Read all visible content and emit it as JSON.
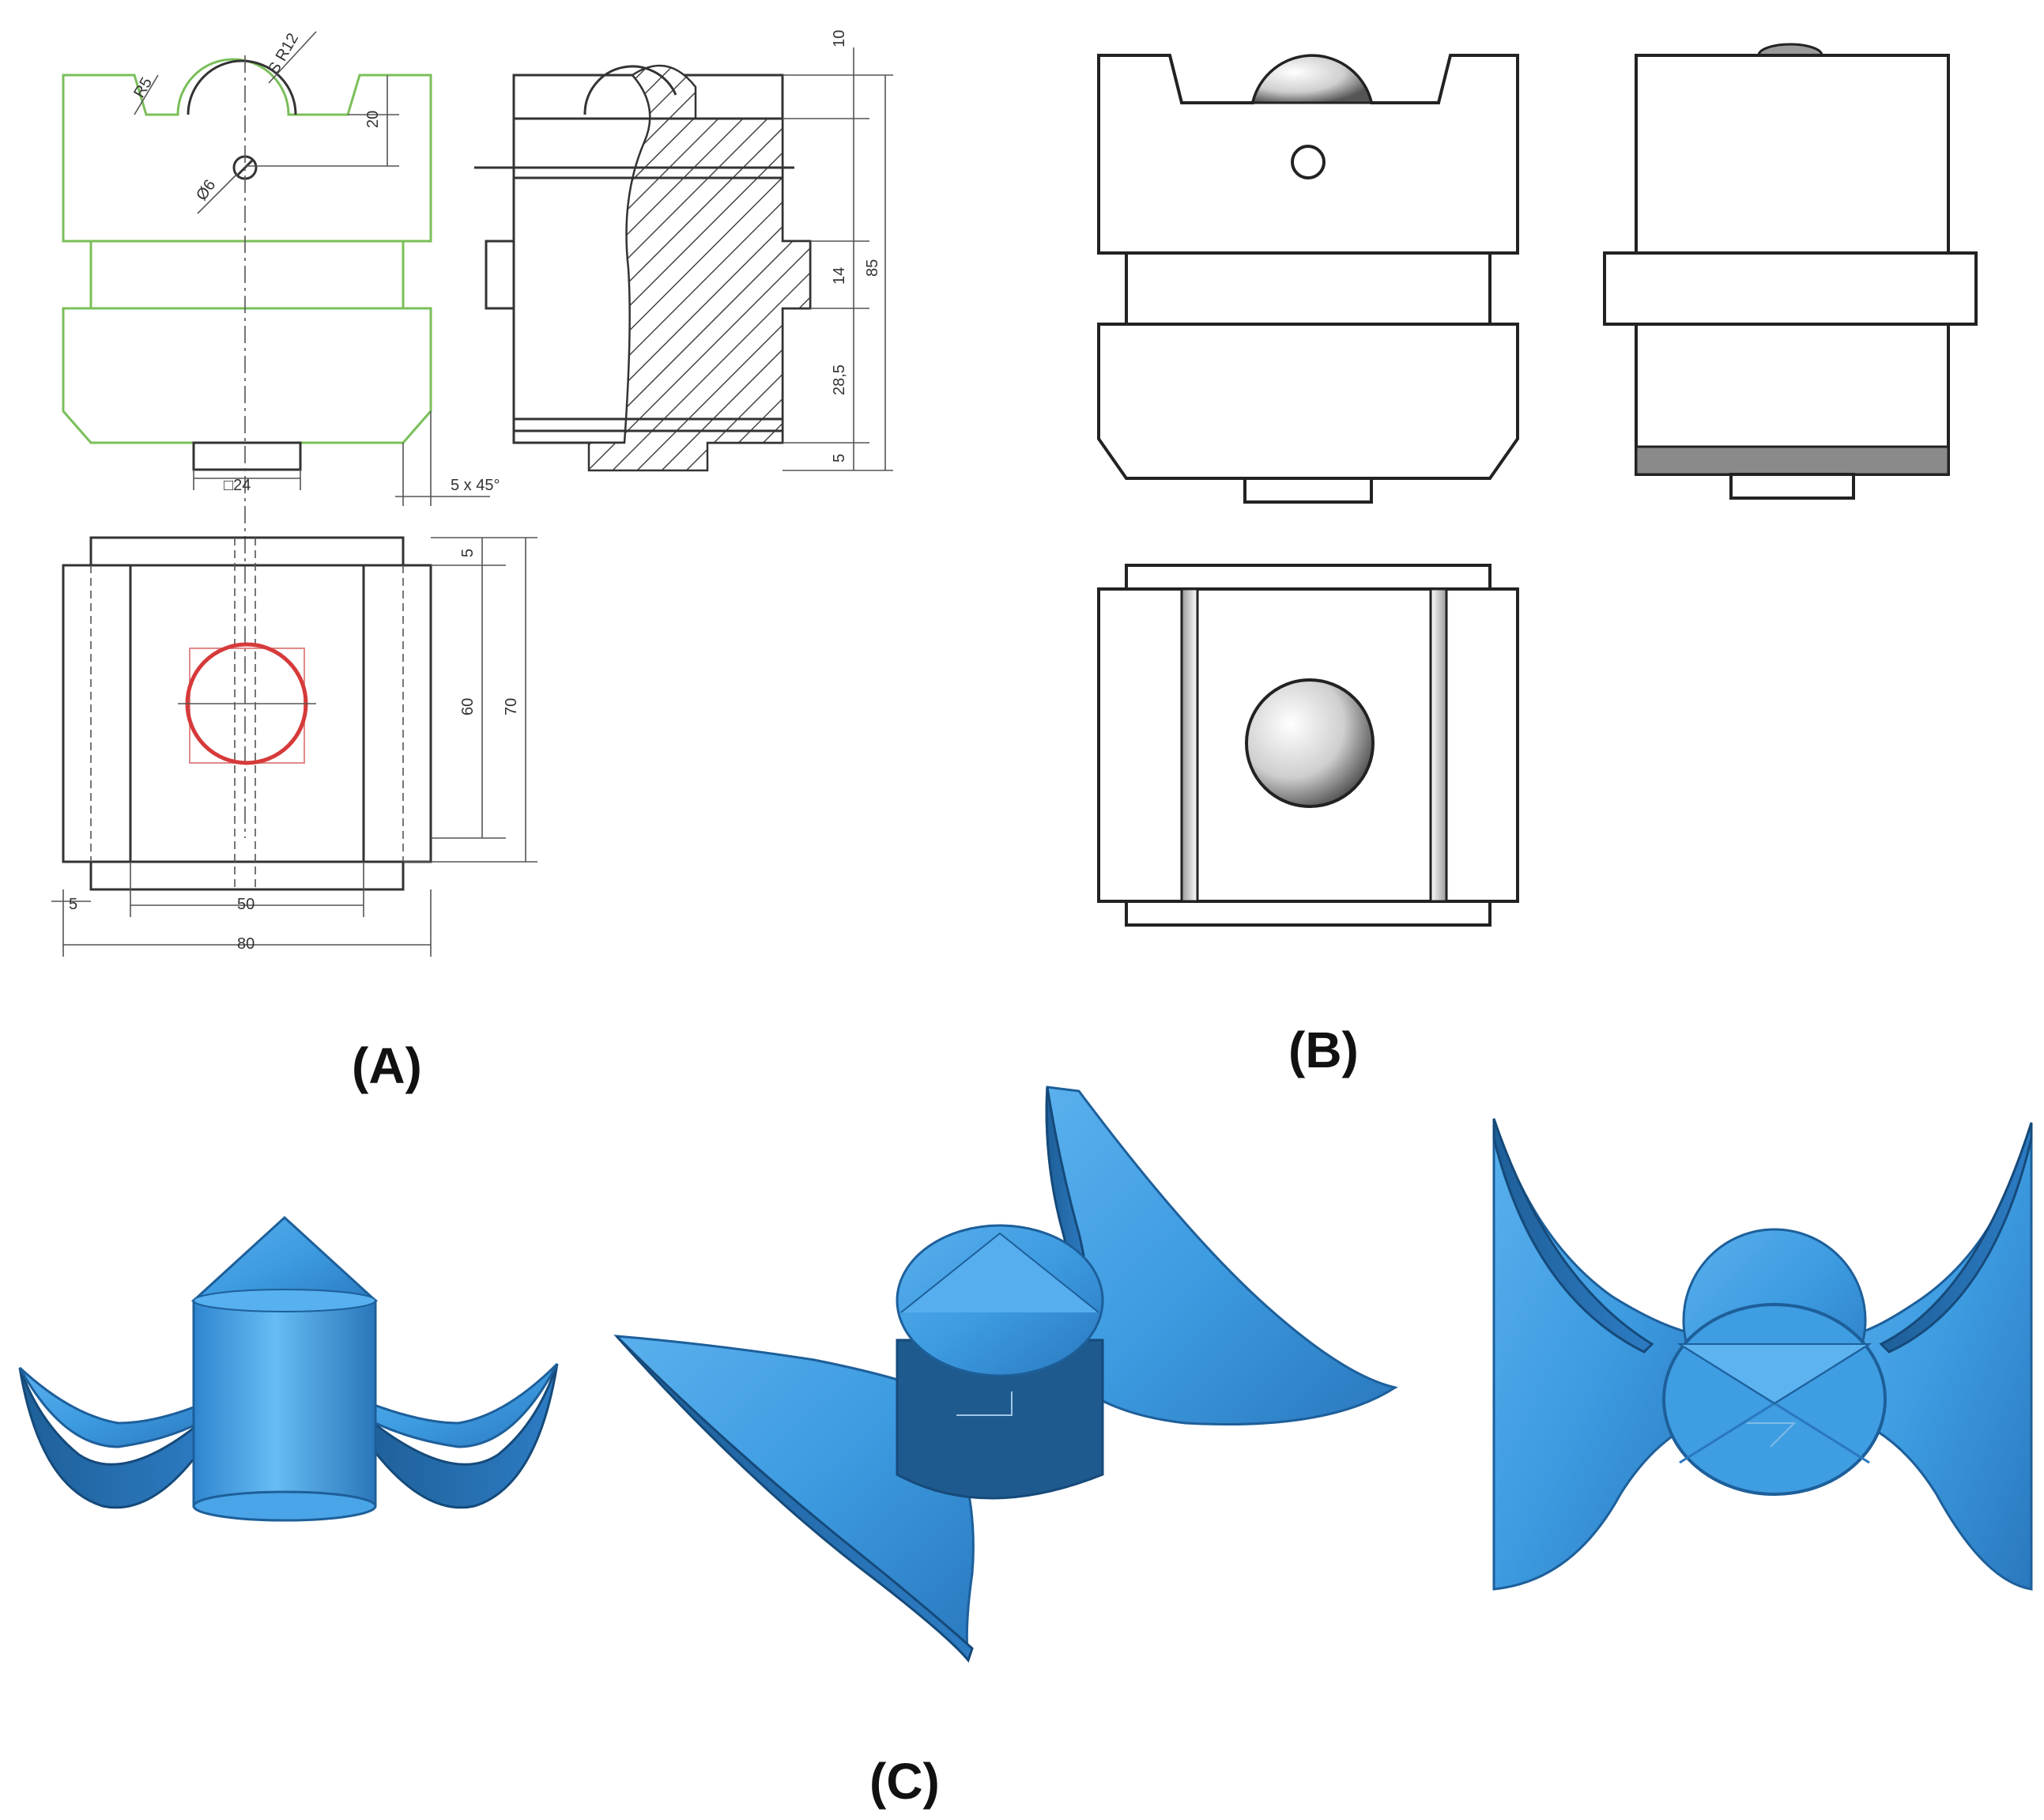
{
  "panels": {
    "a": {
      "label": "(A)"
    },
    "b": {
      "label": "(B)"
    },
    "c": {
      "label": "(C)"
    }
  },
  "dimensions": {
    "r5": "R5",
    "sr12": "S R12",
    "d20": "20",
    "dia6": "Ø6",
    "d10": "10",
    "d14": "14",
    "d85": "85",
    "d28_5": "28,5",
    "d5_side": "5",
    "sq24": "□24",
    "chamfer": "5 x 45°",
    "d5_top": "5",
    "d60": "60",
    "d70": "70",
    "d5_bottom": "5",
    "d50": "50",
    "d80": "80"
  },
  "colors": {
    "outline_green": "#7bbf5a",
    "circle_red": "#d63a3a",
    "model_blue": "#3d9be0"
  }
}
